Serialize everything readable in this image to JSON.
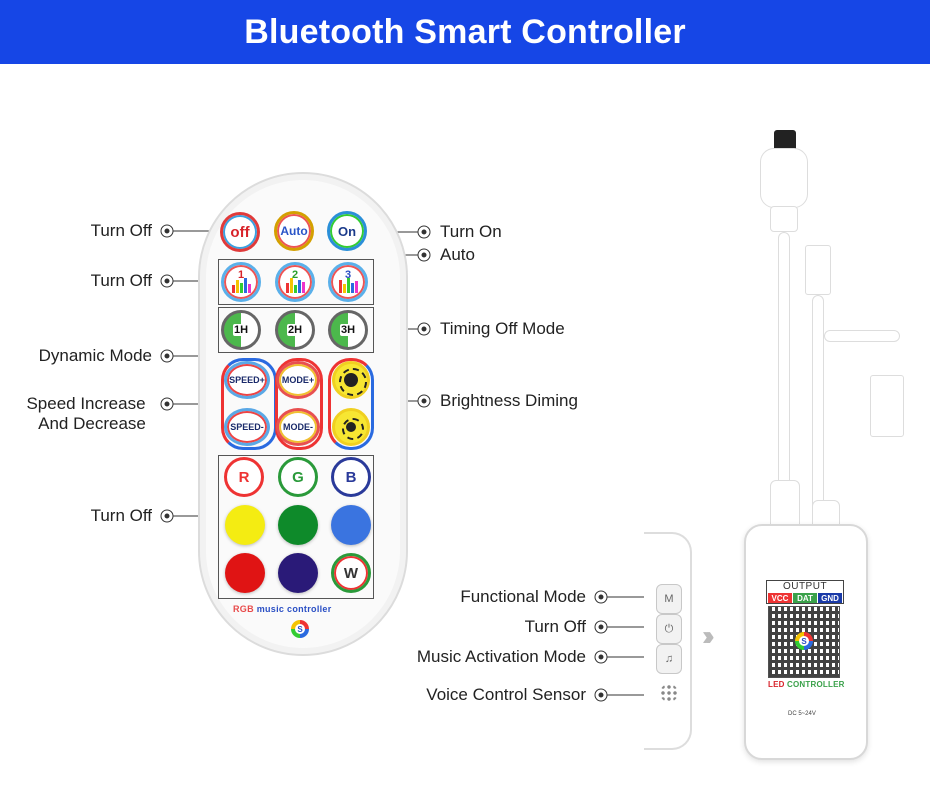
{
  "header": {
    "title": "Bluetooth Smart Controller"
  },
  "labels": {
    "turn_off_1": "Turn Off",
    "turn_on": "Turn On",
    "auto": "Auto",
    "turn_off_2": "Turn Off",
    "timing_off_mode": "Timing Off Mode",
    "dynamic_mode": "Dynamic Mode",
    "brightness_diming": "Brightness Diming",
    "speed_increase": "Speed Increase",
    "and_decrease": "And Decrease",
    "turn_off_3": "Turn Off",
    "functional_mode": "Functional Mode",
    "turn_off_4": "Turn Off",
    "music_activation_mode": "Music Activation Mode",
    "voice_control_sensor": "Voice Control Sensor"
  },
  "remote": {
    "btn_off": "off",
    "btn_auto": "Auto",
    "btn_on": "On",
    "music_1": "1",
    "music_2": "2",
    "music_3": "3",
    "timer_1": "1H",
    "timer_2": "2H",
    "timer_3": "3H",
    "speed_plus": "SPEED+",
    "speed_minus": "SPEED-",
    "mode_plus": "MODE+",
    "mode_minus": "MODE-",
    "btn_r": "R",
    "btn_g": "G",
    "btn_b": "B",
    "btn_w": "W",
    "brand_rgb": "RGB",
    "brand_rest": " music controller"
  },
  "controller": {
    "output": "OUTPUT",
    "vcc": "VCC",
    "dat": "DAT",
    "gnd": "GND",
    "name_led": "LED ",
    "name_controller": "CONTROLLER",
    "dc": "DC 5~24V",
    "btn_m": "M",
    "btn_power": "⏻",
    "btn_music": "♫"
  },
  "colors": {
    "header_bg": "#1646e6",
    "swatch_yellow": "#f4ec12",
    "swatch_green": "#0e8a2a",
    "swatch_blue": "#3a74e0",
    "swatch_red": "#e01414",
    "swatch_navy": "#2a1a78",
    "swatch_white": "#ffffff"
  }
}
